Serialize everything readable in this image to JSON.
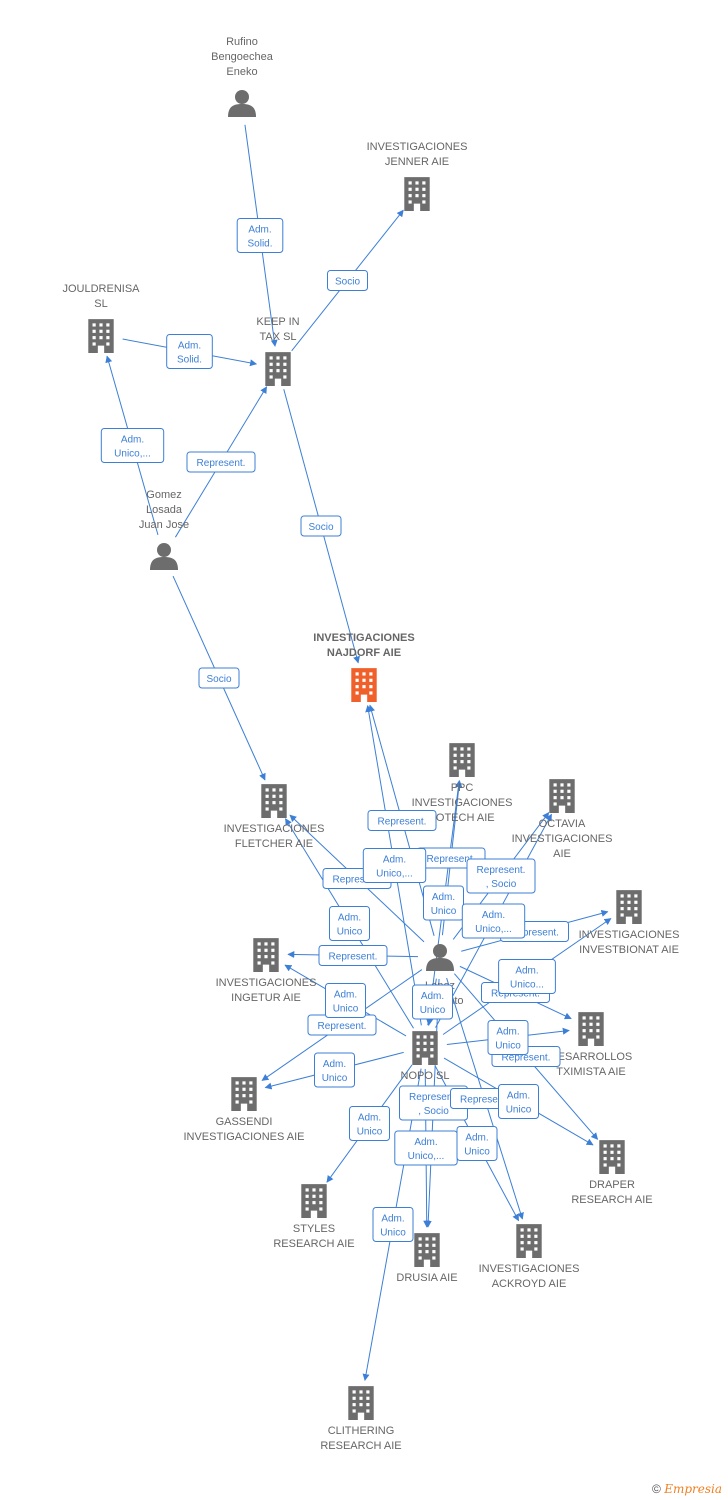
{
  "colors": {
    "edge": "#3c7fd6",
    "node": "#6d6d6d",
    "main_node": "#f0602a"
  },
  "nodes": [
    {
      "id": "rufino",
      "type": "person",
      "label": [
        "Rufino",
        "Bengoechea",
        "Eneko"
      ]
    },
    {
      "id": "jenner",
      "type": "company",
      "label": [
        "INVESTIGACIONES",
        "JENNER AIE"
      ]
    },
    {
      "id": "jouldrenisa",
      "type": "company",
      "label": [
        "JOULDRENISA",
        "SL"
      ]
    },
    {
      "id": "keepintax",
      "type": "company",
      "label": [
        "KEEP IN",
        "TAX  SL"
      ]
    },
    {
      "id": "gomez",
      "type": "person",
      "label": [
        "Gomez",
        "Losada",
        "Juan Jose"
      ]
    },
    {
      "id": "najdorf",
      "type": "company",
      "main": true,
      "label": [
        "INVESTIGACIONES",
        "NAJDORF AIE"
      ]
    },
    {
      "id": "fletcher",
      "type": "company",
      "label": [
        "INVESTIGACIONES",
        "FLETCHER AIE"
      ]
    },
    {
      "id": "ppc",
      "type": "company",
      "label": [
        "PPC",
        "INVESTIGACIONES",
        "TOTECH  AIE"
      ]
    },
    {
      "id": "octavia",
      "type": "company",
      "label": [
        "OCTAVIA",
        "INVESTIGACIONES",
        "AIE"
      ]
    },
    {
      "id": "investbionat",
      "type": "company",
      "label": [
        "INVESTIGACIONES",
        "INVESTBIONAT AIE"
      ]
    },
    {
      "id": "ingetur",
      "type": "company",
      "label": [
        "INVESTIGACIONES",
        "INGETUR AIE"
      ]
    },
    {
      "id": "lopez",
      "type": "person",
      "label": [
        "Lopez",
        "Recuento",
        "r"
      ]
    },
    {
      "id": "nopo",
      "type": "company",
      "label": [
        "NOPO  SL"
      ]
    },
    {
      "id": "desarrollos",
      "type": "company",
      "label": [
        "DESARROLLOS",
        "TXIMISTA AIE"
      ]
    },
    {
      "id": "gassendi",
      "type": "company",
      "label": [
        "GASSENDI",
        "INVESTIGACIONES AIE"
      ]
    },
    {
      "id": "draper",
      "type": "company",
      "label": [
        "DRAPER",
        "RESEARCH AIE"
      ]
    },
    {
      "id": "styles",
      "type": "company",
      "label": [
        "STYLES",
        "RESEARCH AIE"
      ]
    },
    {
      "id": "drusia",
      "type": "company",
      "label": [
        "DRUSIA  AIE"
      ]
    },
    {
      "id": "ackroyd",
      "type": "company",
      "label": [
        "INVESTIGACIONES",
        "ACKROYD AIE"
      ]
    },
    {
      "id": "clithering",
      "type": "company",
      "label": [
        "CLITHERING",
        "RESEARCH AIE"
      ]
    }
  ],
  "edges": [
    {
      "from": "rufino",
      "to": "keepintax",
      "label": [
        "Adm.",
        "Solid."
      ]
    },
    {
      "from": "keepintax",
      "to": "jenner",
      "label": [
        "Socio"
      ]
    },
    {
      "from": "jouldrenisa",
      "to": "keepintax",
      "label": [
        "Adm.",
        "Solid."
      ]
    },
    {
      "from": "gomez",
      "to": "jouldrenisa",
      "label": [
        "Adm.",
        "Unico,..."
      ]
    },
    {
      "from": "gomez",
      "to": "keepintax",
      "label": [
        "Represent."
      ]
    },
    {
      "from": "keepintax",
      "to": "najdorf",
      "label": [
        "Socio"
      ]
    },
    {
      "from": "gomez",
      "to": "fletcher",
      "label": [
        "Socio"
      ]
    },
    {
      "from": "lopez",
      "to": "najdorf",
      "label": [
        "Represent."
      ]
    },
    {
      "from": "lopez",
      "to": "fletcher",
      "label": [
        "Represent."
      ]
    },
    {
      "from": "lopez",
      "to": "ppc",
      "label": [
        "Represent."
      ]
    },
    {
      "from": "lopez",
      "to": "octavia",
      "label": [
        "Represent.",
        ", Socio"
      ]
    },
    {
      "from": "lopez",
      "to": "investbionat",
      "label": [
        "Represent."
      ]
    },
    {
      "from": "lopez",
      "to": "ingetur",
      "label": [
        "Represent."
      ]
    },
    {
      "from": "lopez",
      "to": "desarrollos",
      "label": [
        "Represent."
      ]
    },
    {
      "from": "lopez",
      "to": "gassendi",
      "label": [
        "Represent."
      ]
    },
    {
      "from": "lopez",
      "to": "draper",
      "label": [
        "Represent."
      ]
    },
    {
      "from": "lopez",
      "to": "drusia",
      "label": [
        "Represent.",
        ", Socio"
      ]
    },
    {
      "from": "lopez",
      "to": "ackroyd",
      "label": [
        "Represent."
      ]
    },
    {
      "from": "nopo",
      "to": "najdorf",
      "label": [
        "Adm.",
        "Unico,..."
      ]
    },
    {
      "from": "nopo",
      "to": "fletcher",
      "label": [
        "Adm.",
        "Unico"
      ]
    },
    {
      "from": "nopo",
      "to": "ppc",
      "label": [
        "Adm.",
        "Unico"
      ]
    },
    {
      "from": "nopo",
      "to": "octavia",
      "label": [
        "Adm.",
        "Unico,..."
      ]
    },
    {
      "from": "nopo",
      "to": "investbionat",
      "label": [
        "Adm.",
        "Unico..."
      ]
    },
    {
      "from": "nopo",
      "to": "ingetur",
      "label": [
        "Adm.",
        "Unico"
      ]
    },
    {
      "from": "nopo",
      "to": "desarrollos",
      "label": [
        "Adm.",
        "Unico"
      ]
    },
    {
      "from": "nopo",
      "to": "gassendi",
      "label": [
        "Adm.",
        "Unico"
      ]
    },
    {
      "from": "nopo",
      "to": "draper",
      "label": [
        "Adm.",
        "Unico"
      ]
    },
    {
      "from": "nopo",
      "to": "styles",
      "label": [
        "Adm.",
        "Unico"
      ]
    },
    {
      "from": "nopo",
      "to": "drusia",
      "label": [
        "Adm.",
        "Unico,..."
      ]
    },
    {
      "from": "nopo",
      "to": "ackroyd",
      "label": [
        "Adm.",
        "Unico"
      ]
    },
    {
      "from": "nopo",
      "to": "clithering",
      "label": [
        "Adm.",
        "Unico"
      ]
    },
    {
      "from": "lopez",
      "to": "nopo",
      "label": [
        "Adm.",
        "Unico"
      ]
    }
  ],
  "footer": {
    "copyright": "©",
    "brand": "Empresia"
  }
}
